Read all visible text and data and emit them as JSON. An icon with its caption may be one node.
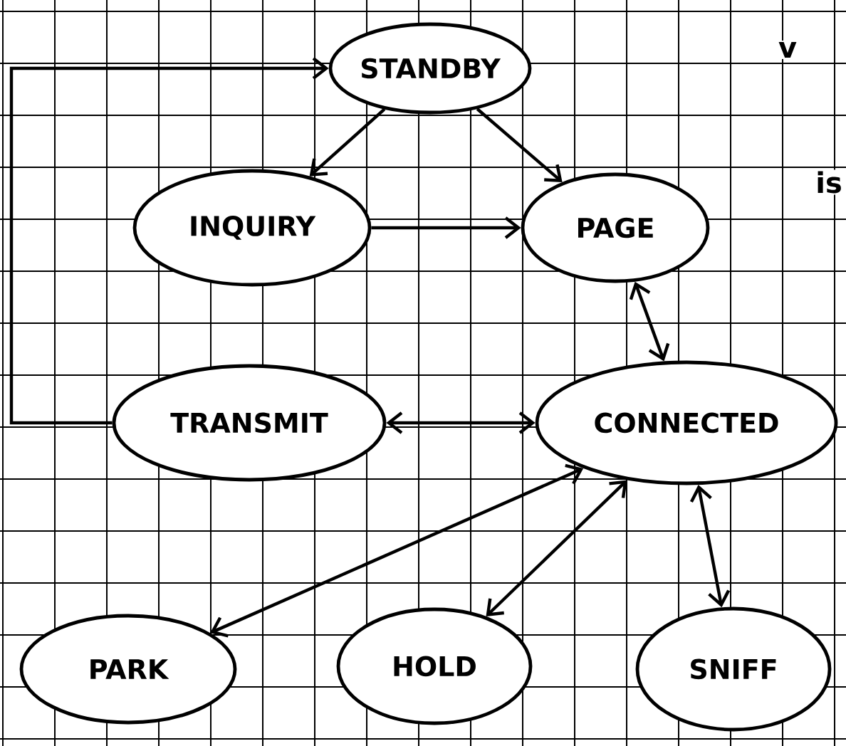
{
  "diagram": {
    "nodes": [
      {
        "text": [
          "STANDBY"
        ]
      },
      {
        "text": [
          "INQUIRY"
        ]
      },
      {
        "text": [
          "PAGE"
        ]
      },
      {
        "text": [
          "TRANSMIT"
        ]
      },
      {
        "text": [
          "CONNECTED"
        ]
      },
      {
        "text": [
          "PARK"
        ]
      },
      {
        "text": [
          "HOLD"
        ]
      },
      {
        "text": [
          "SNIFF"
        ]
      }
    ],
    "edges": [
      {
        "from": 0,
        "to": 1,
        "arrow": "to"
      },
      {
        "from": 0,
        "to": 2,
        "arrow": "to"
      },
      {
        "from": 1,
        "to": 2,
        "arrow": "to"
      },
      {
        "from": 2,
        "to": 4,
        "arrow": "both"
      },
      {
        "from": 3,
        "to": 4,
        "arrow": "both"
      },
      {
        "from": 3,
        "to": 0,
        "arrow": "to"
      },
      {
        "from": 4,
        "to": 5,
        "arrow": "both"
      },
      {
        "from": 4,
        "to": 6,
        "arrow": "both"
      },
      {
        "from": 4,
        "to": 7,
        "arrow": "both"
      }
    ],
    "labels": [
      "v",
      "is"
    ]
  }
}
